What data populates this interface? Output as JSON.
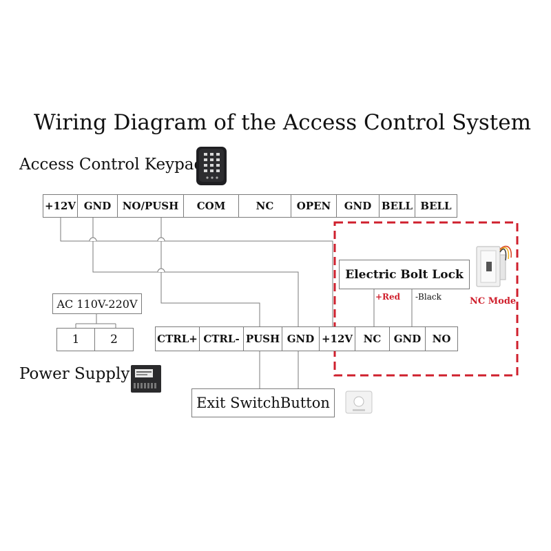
{
  "title": "Wiring Diagram of the Access Control System",
  "keypad": {
    "label": "Access Control Keypad",
    "terminals": [
      "+12V",
      "GND",
      "NO/PUSH",
      "COM",
      "NC",
      "OPEN",
      "GND",
      "BELL",
      "BELL"
    ]
  },
  "power_supply": {
    "label": "Power Supply",
    "ac_label": "AC 110V-220V",
    "ac_terminals": [
      "1",
      "2"
    ],
    "terminals": [
      "CTRL+",
      "CTRL-",
      "PUSH",
      "GND",
      "+12V",
      "NC",
      "GND",
      "NO"
    ]
  },
  "lock": {
    "label": "Electric Bolt Lock",
    "red_wire": "+Red",
    "black_wire": "-Black",
    "mode": "NC Mode"
  },
  "exit_button": {
    "label": "Exit SwitchButton"
  },
  "colors": {
    "highlight": "#cf1f2c",
    "line": "#7a7a7a"
  },
  "icons": [
    "keypad-device-icon",
    "bolt-lock-device-icon",
    "power-supply-device-icon",
    "exit-button-device-icon"
  ]
}
